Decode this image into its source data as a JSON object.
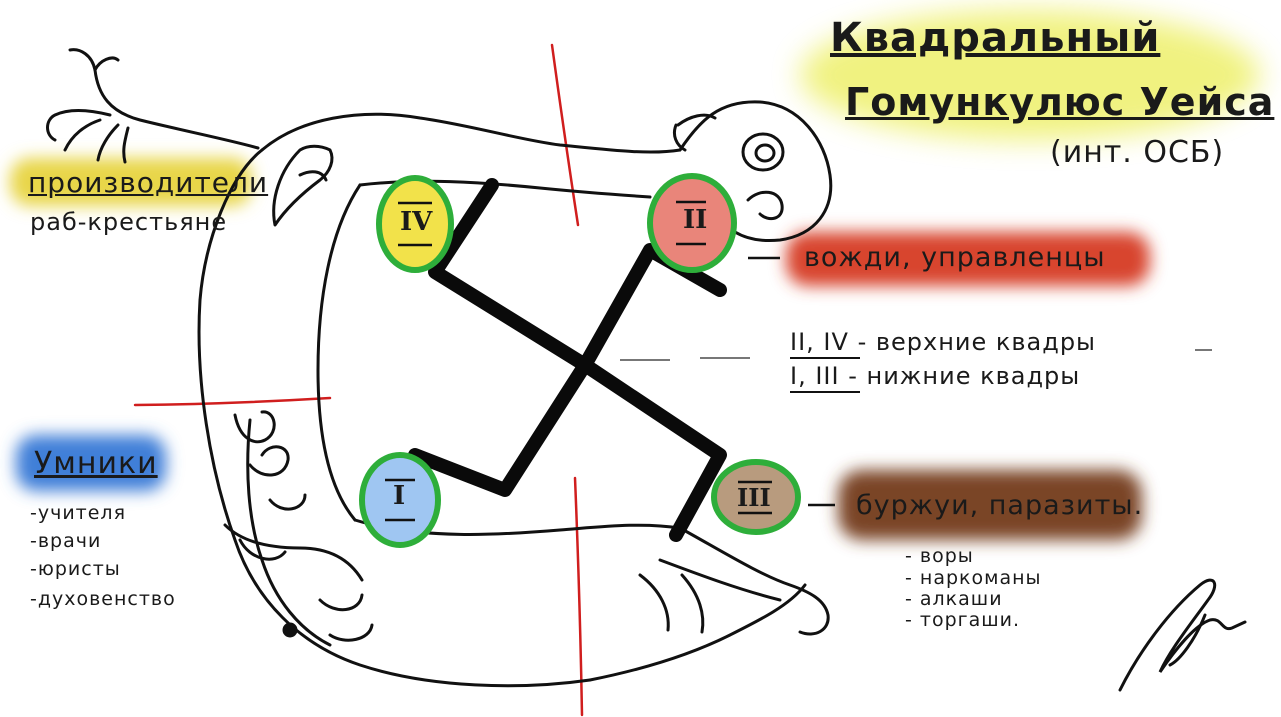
{
  "title": {
    "line1": "Квадральный",
    "line2": "Гомункулюс Уейса",
    "line3": "(инт. ОСБ)"
  },
  "quadrants": {
    "q1": "I",
    "q2": "II",
    "q3": "III",
    "q4": "IV"
  },
  "groups": {
    "producers": {
      "label": "производители",
      "sub": "раб-крестьяне"
    },
    "leaders": {
      "label": "вожди, управленцы"
    },
    "smart": {
      "label": "Умники",
      "items": [
        "-учителя",
        "-врачи",
        "-юристы",
        "-духовенство"
      ]
    },
    "parasites": {
      "label": "буржуи, паразиты.",
      "items": [
        "- воры",
        "- наркоманы",
        "- алкаши",
        "- торгаши."
      ]
    }
  },
  "legend": {
    "upper_keys": "II, IV",
    "upper_text": "- верхние квадры",
    "lower_keys": "I, III",
    "lower_text": "- нижние квадры"
  },
  "colors": {
    "yellow": "#e8d64a",
    "red": "#d8452e",
    "blue": "#3f7fd8",
    "brown": "#7a4526",
    "green": "#2eae3a",
    "axis_red": "#d01e1e",
    "title_glow": "#eef06a"
  }
}
